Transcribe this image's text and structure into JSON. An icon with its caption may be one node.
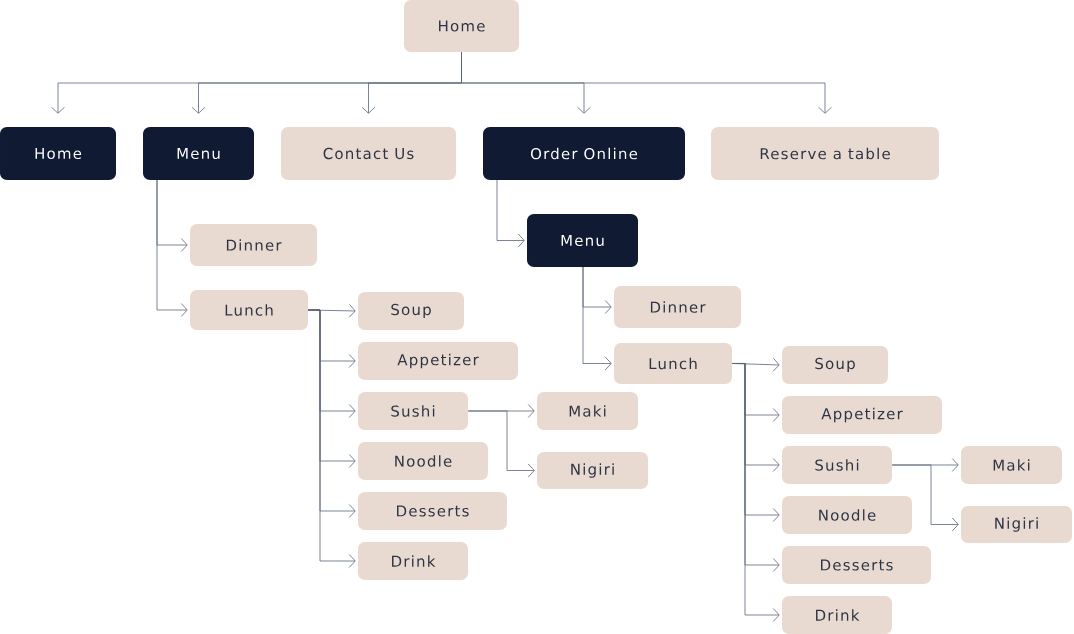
{
  "diagram": {
    "nodes": [
      {
        "text": [
          "Home"
        ]
      },
      {
        "text": [
          "Home"
        ]
      },
      {
        "text": [
          "Menu"
        ]
      },
      {
        "text": [
          "Contact Us"
        ]
      },
      {
        "text": [
          "Order Online"
        ]
      },
      {
        "text": [
          "Reserve a table"
        ]
      },
      {
        "text": [
          "Dinner"
        ]
      },
      {
        "text": [
          "Lunch"
        ]
      },
      {
        "text": [
          "Soup"
        ]
      },
      {
        "text": [
          "Appetizer"
        ]
      },
      {
        "text": [
          "Sushi"
        ]
      },
      {
        "text": [
          "Maki"
        ]
      },
      {
        "text": [
          "Nigiri"
        ]
      },
      {
        "text": [
          "Noodle"
        ]
      },
      {
        "text": [
          "Desserts"
        ]
      },
      {
        "text": [
          "Drink"
        ]
      },
      {
        "text": [
          "Menu"
        ]
      },
      {
        "text": [
          "Dinner"
        ]
      },
      {
        "text": [
          "Lunch"
        ]
      },
      {
        "text": [
          "Soup"
        ]
      },
      {
        "text": [
          "Appetizer"
        ]
      },
      {
        "text": [
          "Sushi"
        ]
      },
      {
        "text": [
          "Maki"
        ]
      },
      {
        "text": [
          "Nigiri"
        ]
      },
      {
        "text": [
          "Noodle"
        ]
      },
      {
        "text": [
          "Desserts"
        ]
      },
      {
        "text": [
          "Drink"
        ]
      }
    ],
    "edges": [
      {
        "from": 0,
        "to": 1,
        "arrow": "to"
      },
      {
        "from": 0,
        "to": 2,
        "arrow": "to"
      },
      {
        "from": 0,
        "to": 3,
        "arrow": "to"
      },
      {
        "from": 0,
        "to": 4,
        "arrow": "to"
      },
      {
        "from": 0,
        "to": 5,
        "arrow": "to"
      },
      {
        "from": 2,
        "to": 6,
        "arrow": "to"
      },
      {
        "from": 2,
        "to": 7,
        "arrow": "to"
      },
      {
        "from": 7,
        "to": 8,
        "arrow": "to"
      },
      {
        "from": 7,
        "to": 9,
        "arrow": "to"
      },
      {
        "from": 7,
        "to": 10,
        "arrow": "to"
      },
      {
        "from": 7,
        "to": 13,
        "arrow": "to"
      },
      {
        "from": 7,
        "to": 14,
        "arrow": "to"
      },
      {
        "from": 7,
        "to": 15,
        "arrow": "to"
      },
      {
        "from": 10,
        "to": 11,
        "arrow": "to"
      },
      {
        "from": 10,
        "to": 12,
        "arrow": "to"
      },
      {
        "from": 4,
        "to": 16,
        "arrow": "to"
      },
      {
        "from": 16,
        "to": 17,
        "arrow": "to"
      },
      {
        "from": 16,
        "to": 18,
        "arrow": "to"
      },
      {
        "from": 18,
        "to": 19,
        "arrow": "to"
      },
      {
        "from": 18,
        "to": 20,
        "arrow": "to"
      },
      {
        "from": 18,
        "to": 21,
        "arrow": "to"
      },
      {
        "from": 18,
        "to": 24,
        "arrow": "to"
      },
      {
        "from": 18,
        "to": 25,
        "arrow": "to"
      },
      {
        "from": 18,
        "to": 26,
        "arrow": "to"
      },
      {
        "from": 21,
        "to": 22,
        "arrow": "to"
      },
      {
        "from": 21,
        "to": 23,
        "arrow": "to"
      }
    ]
  }
}
